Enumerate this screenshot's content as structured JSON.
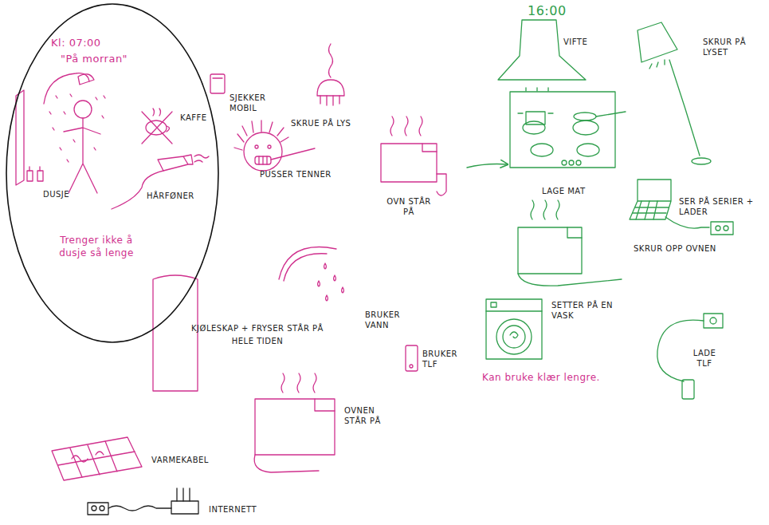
{
  "diagram": {
    "nodes": [
      {
        "text": [
          "Kl: 07:00",
          "\"På morran\"",
          "DUSJE",
          "KAFFE",
          "HÅRFØNER",
          "Trenger ikke å dusje så lenge"
        ]
      }
    ],
    "labels": [
      "SJEKKER MOBIL",
      "SKRUE PÅ LYS",
      "PUSSER TENNER",
      "OVN STÅR PÅ",
      "BRUKER VANN",
      "KJØLESKAP + FRYSER STÅR PÅ HELE TIDEN",
      "BRUKER TLF",
      "OVNEN STÅR PÅ",
      "VARMEKABEL",
      "INTERNETT",
      "16:00",
      "VIFTE",
      "SKRUR PÅ LYSET",
      "LAGE MAT",
      "SER PÅ SERIER + LADER",
      "SKRUR OPP OVNEN",
      "SETTER PÅ EN VASK",
      "Kan bruke klær lengre.",
      "LADE TLF"
    ]
  }
}
